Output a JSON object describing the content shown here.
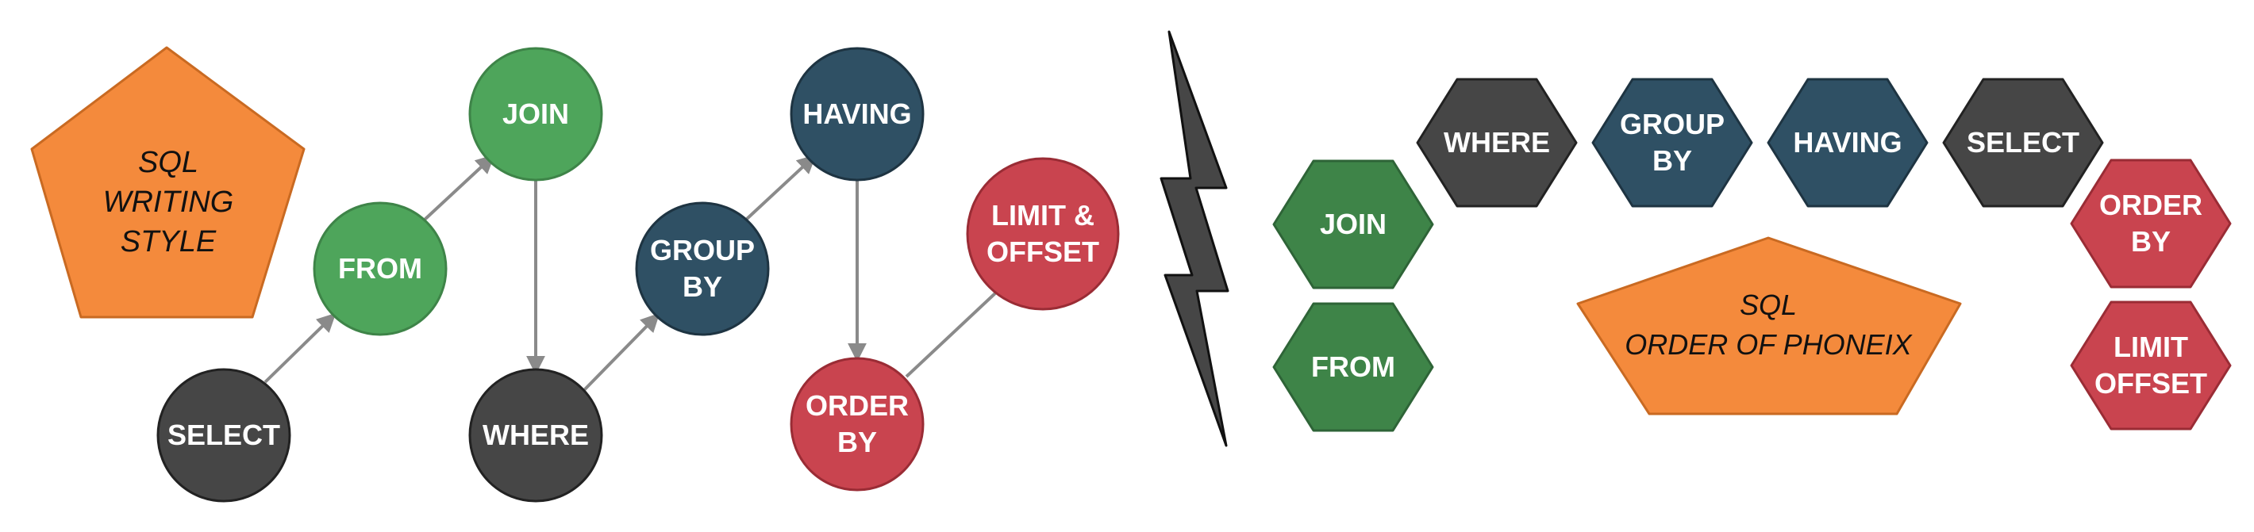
{
  "colors": {
    "green": "#4ea55b",
    "green_dark": "#3e8448",
    "charcoal": "#464646",
    "navy": "#2f5064",
    "red": "#c9444f",
    "orange": "#f48a3c",
    "arrow": "#8a8a8a"
  },
  "writing_style": {
    "title": [
      "SQL",
      "WRITING",
      "STYLE"
    ],
    "nodes": {
      "select": [
        "SELECT"
      ],
      "from": [
        "FROM"
      ],
      "join": [
        "JOIN"
      ],
      "where": [
        "WHERE"
      ],
      "group_by": [
        "GROUP",
        "BY"
      ],
      "having": [
        "HAVING"
      ],
      "order_by": [
        "ORDER",
        "BY"
      ],
      "limit_offset": [
        "LIMIT &",
        "OFFSET"
      ]
    }
  },
  "order_of_execution": {
    "title": [
      "SQL",
      "ORDER OF PHONEIX"
    ],
    "nodes": {
      "join": [
        "JOIN"
      ],
      "from": [
        "FROM"
      ],
      "where": [
        "WHERE"
      ],
      "group_by": [
        "GROUP",
        "BY"
      ],
      "having": [
        "HAVING"
      ],
      "select": [
        "SELECT"
      ],
      "order_by": [
        "ORDER",
        "BY"
      ],
      "limit_offset": [
        "LIMIT",
        "OFFSET"
      ]
    }
  }
}
